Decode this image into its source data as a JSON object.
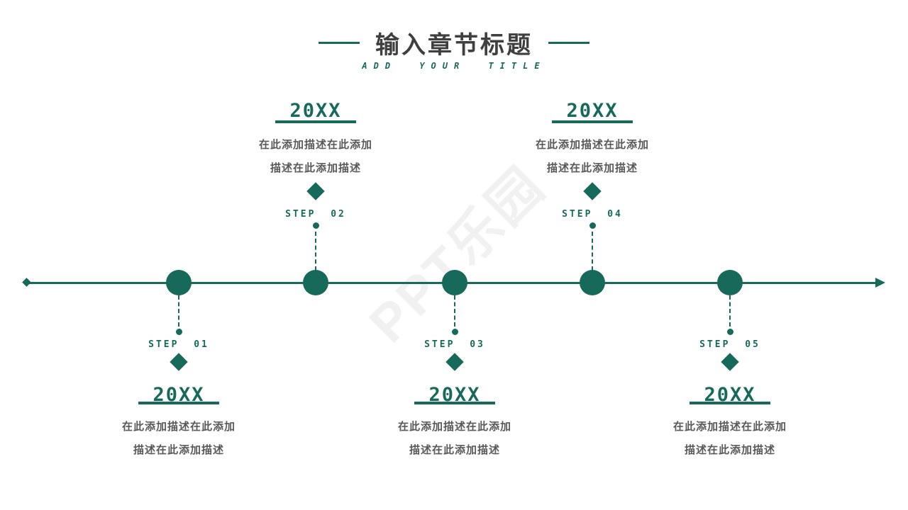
{
  "header": {
    "title": "输入章节标题",
    "subtitle": "ADD YOUR TITLE"
  },
  "colors": {
    "green": "#17695a",
    "title_text": "#3f3f3f",
    "body_text": "#595959"
  },
  "watermark": "PPT乐园",
  "timeline": {
    "items": [
      {
        "step": "STEP 01",
        "year": "20XX",
        "side": "below",
        "desc_line1": "在此添加描述在此添加",
        "desc_line2": "描述在此添加描述"
      },
      {
        "step": "STEP 02",
        "year": "20XX",
        "side": "above",
        "desc_line1": "在此添加描述在此添加",
        "desc_line2": "描述在此添加描述"
      },
      {
        "step": "STEP 03",
        "year": "20XX",
        "side": "below",
        "desc_line1": "在此添加描述在此添加",
        "desc_line2": "描述在此添加描述"
      },
      {
        "step": "STEP 04",
        "year": "20XX",
        "side": "above",
        "desc_line1": "在此添加描述在此添加",
        "desc_line2": "描述在此添加描述"
      },
      {
        "step": "STEP 05",
        "year": "20XX",
        "side": "below",
        "desc_line1": "在此添加描述在此添加",
        "desc_line2": "描述在此添加描述"
      }
    ]
  }
}
